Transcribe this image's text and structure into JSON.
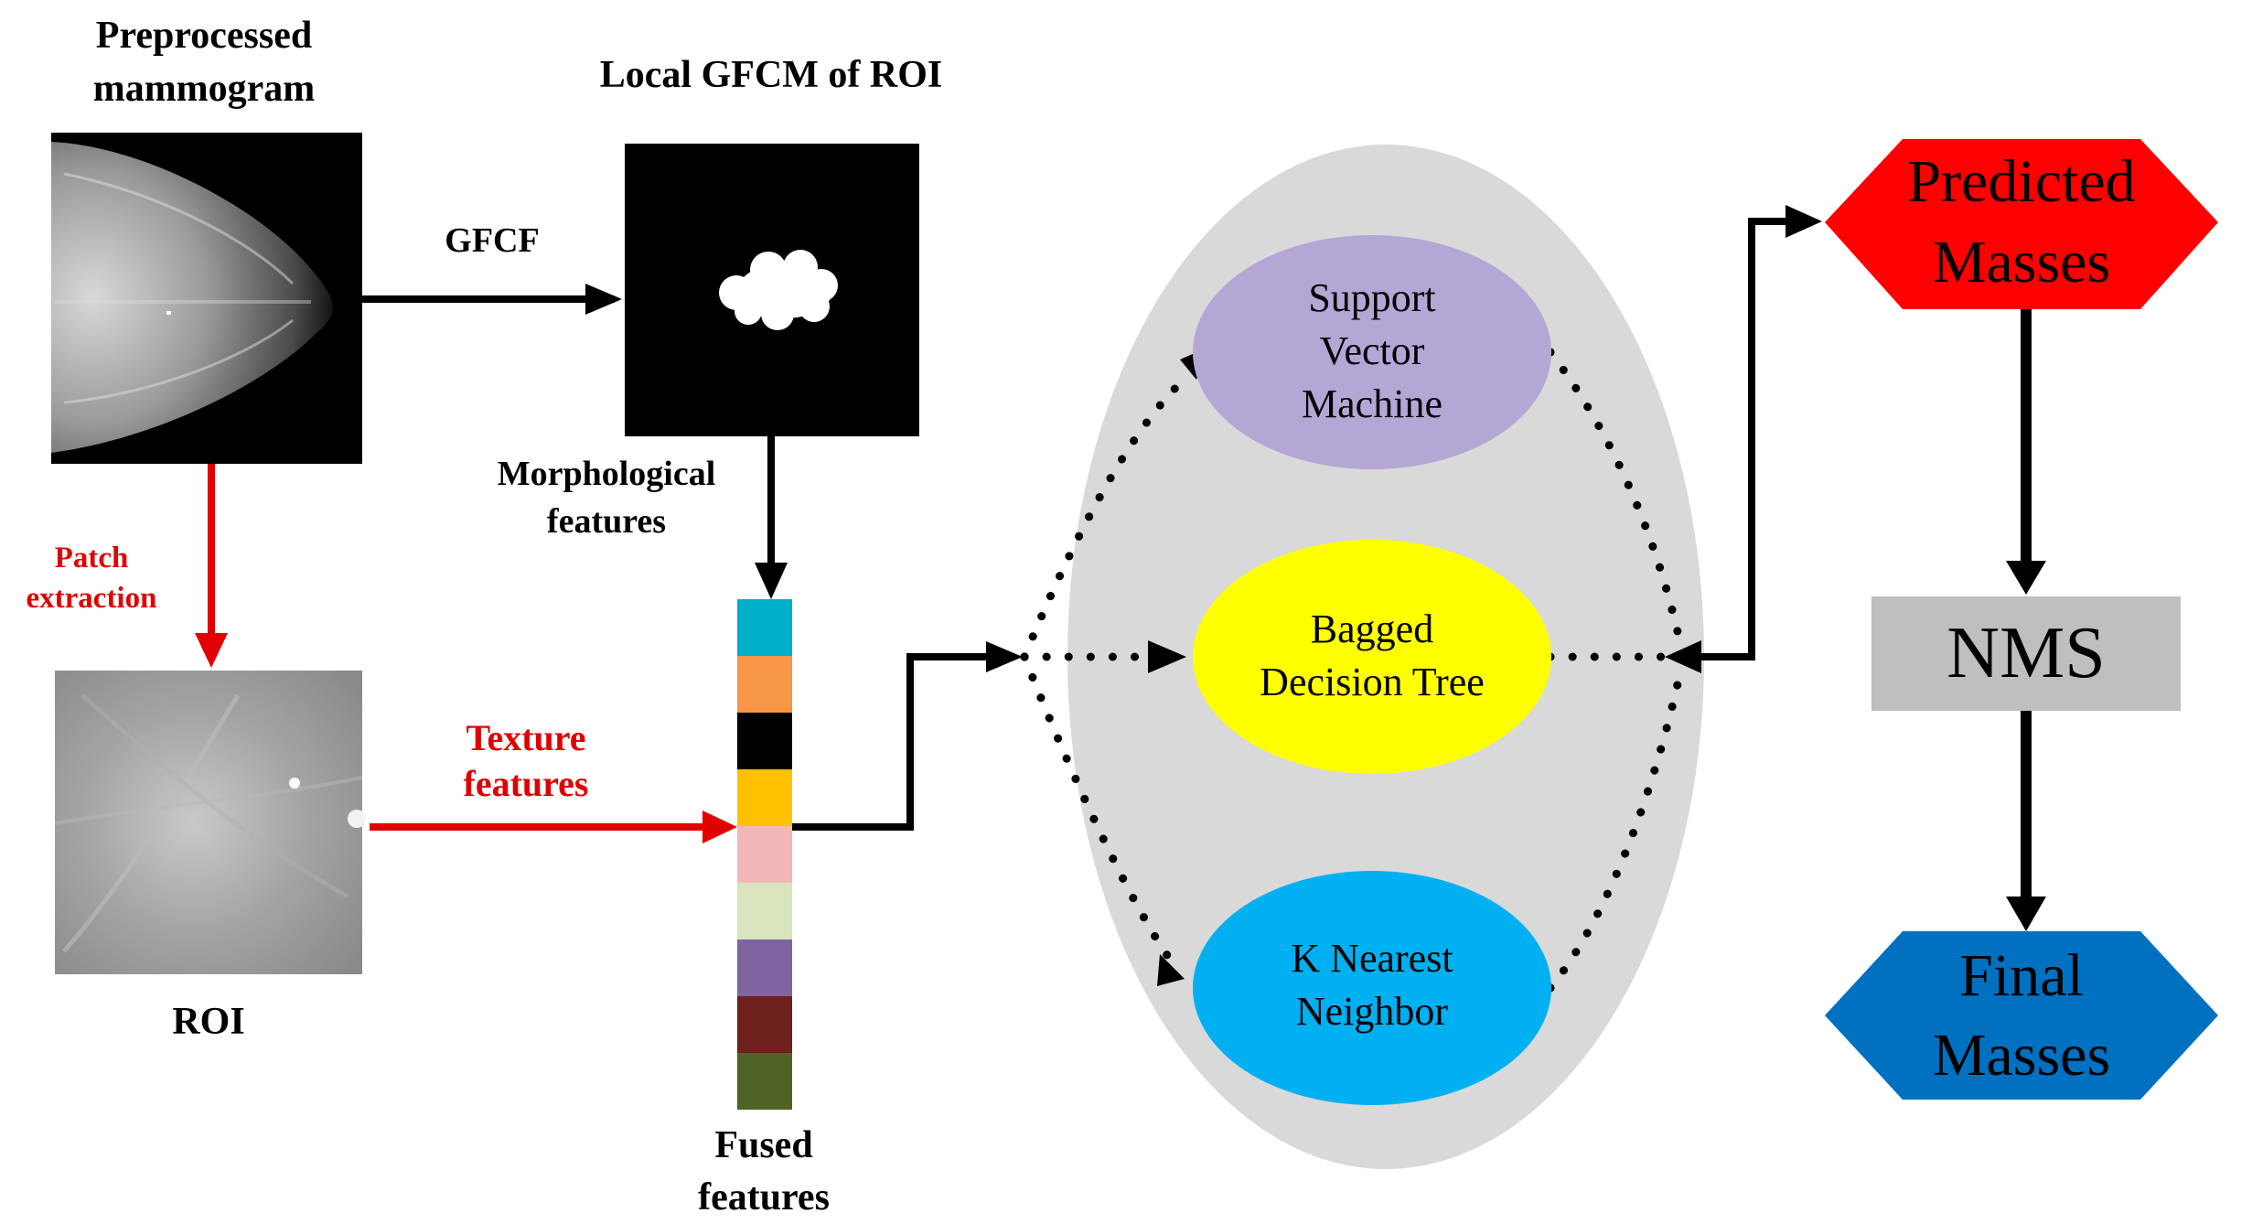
{
  "labels": {
    "preprocessed_line1": "Preprocessed",
    "preprocessed_line2": "mammogram",
    "local_gfcm": "Local GFCM of ROI",
    "gfcf": "GFCF",
    "morph_line1": "Morphological",
    "morph_line2": "features",
    "patch_line1": "Patch",
    "patch_line2": "extraction",
    "texture_line1": "Texture",
    "texture_line2": "features",
    "roi": "ROI",
    "fused_line1": "Fused",
    "fused_line2": "features"
  },
  "classifiers": {
    "svm": [
      "Support",
      "Vector",
      "Machine"
    ],
    "bdt": [
      "Bagged",
      "Decision Tree"
    ],
    "knn": [
      "K Nearest",
      "Neighbor"
    ]
  },
  "outputs": {
    "predicted": [
      "Predicted",
      "Masses"
    ],
    "nms": "NMS",
    "final": [
      "Final",
      "Masses"
    ]
  },
  "colors": {
    "red_arrow": "#e00000",
    "predicted_fill": "#ff0000",
    "final_fill": "#0070c0",
    "nms_fill": "#bfbfbf",
    "svm_fill": "#b4a7d6",
    "bdt_fill": "#ffff00",
    "knn_fill": "#00b0f0",
    "ensemble_bg": "#d9d9d9"
  },
  "fused_colors": [
    "#00b0c8",
    "#f79646",
    "#000000",
    "#ffc000",
    "#f2b8b8",
    "#d7e4bd",
    "#8064a2",
    "#6d201c",
    "#4f6228"
  ]
}
